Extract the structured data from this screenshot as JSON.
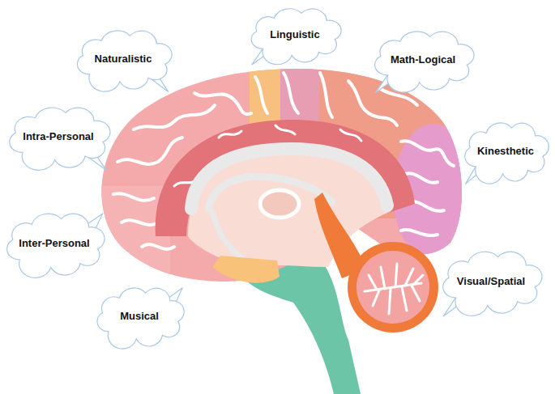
{
  "diagram": {
    "nodes": [
      {
        "text": [
          "Linguistic"
        ]
      },
      {
        "text": [
          "Naturalistic"
        ]
      },
      {
        "text": [
          "Math-Logical"
        ]
      },
      {
        "text": [
          "Intra-Personal"
        ]
      },
      {
        "text": [
          "Kinesthetic"
        ]
      },
      {
        "text": [
          "Inter-Personal"
        ]
      },
      {
        "text": [
          "Visual/Spatial"
        ]
      },
      {
        "text": [
          "Musical"
        ]
      }
    ]
  }
}
